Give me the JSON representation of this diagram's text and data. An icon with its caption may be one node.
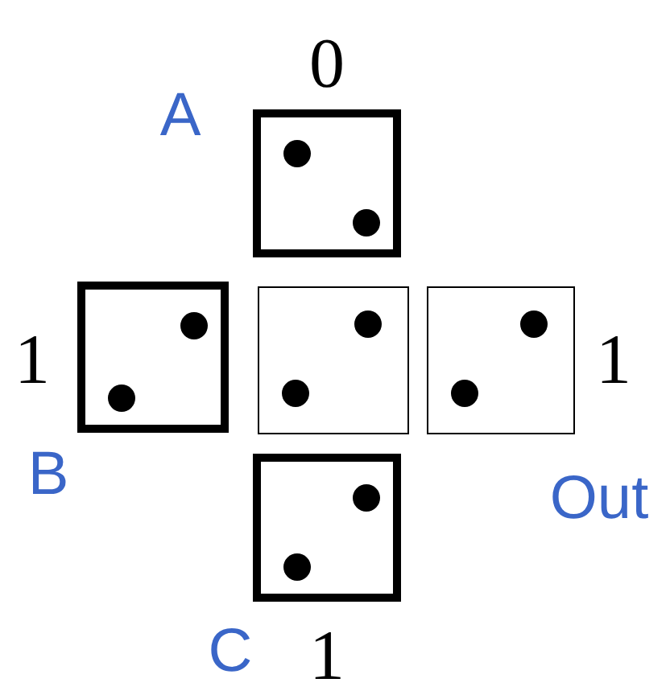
{
  "diagram": {
    "nodes": [
      {
        "text": [],
        "shape": "box",
        "beside": [
          "A",
          "0"
        ]
      },
      {
        "text": [],
        "shape": "box",
        "beside": [
          "1",
          "B"
        ]
      },
      {
        "text": [],
        "shape": "box"
      },
      {
        "text": [],
        "shape": "box",
        "beside": [
          "1",
          "Out"
        ]
      },
      {
        "text": [],
        "shape": "box",
        "beside": [
          "C",
          "1"
        ]
      }
    ]
  }
}
